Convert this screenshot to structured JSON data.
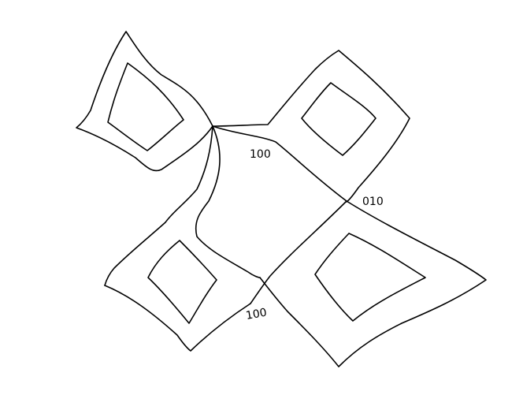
{
  "diagram": {
    "labels": {
      "top": "100",
      "right": "010",
      "bottom": "100"
    },
    "colors": {
      "background": "#ffffff",
      "stroke": "#000000"
    }
  }
}
